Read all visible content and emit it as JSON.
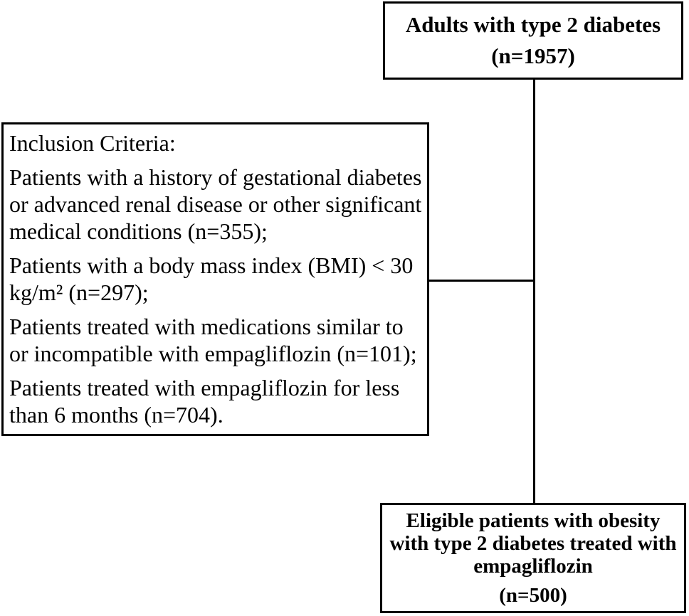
{
  "diagram": {
    "top_box": {
      "title": "Adults with type 2 diabetes",
      "count": "(n=1957)"
    },
    "criteria_box": {
      "heading": "Inclusion Criteria:",
      "items": [
        "Patients with a history of gestational diabetes or advanced renal disease or other significant medical conditions (n=355);",
        "Patients with a body mass index (BMI) < 30 kg/m² (n=297);",
        "Patients treated with medications similar to or incompatible with empagliflozin (n=101);",
        "Patients treated with empagliflozin for less than 6 months (n=704)."
      ]
    },
    "bottom_box": {
      "title": "Eligible patients with obesity with type 2 diabetes treated with empagliflozin",
      "count": "(n=500)"
    },
    "colors": {
      "line": "#000000",
      "text": "#000000",
      "background": "#ffffff"
    }
  }
}
